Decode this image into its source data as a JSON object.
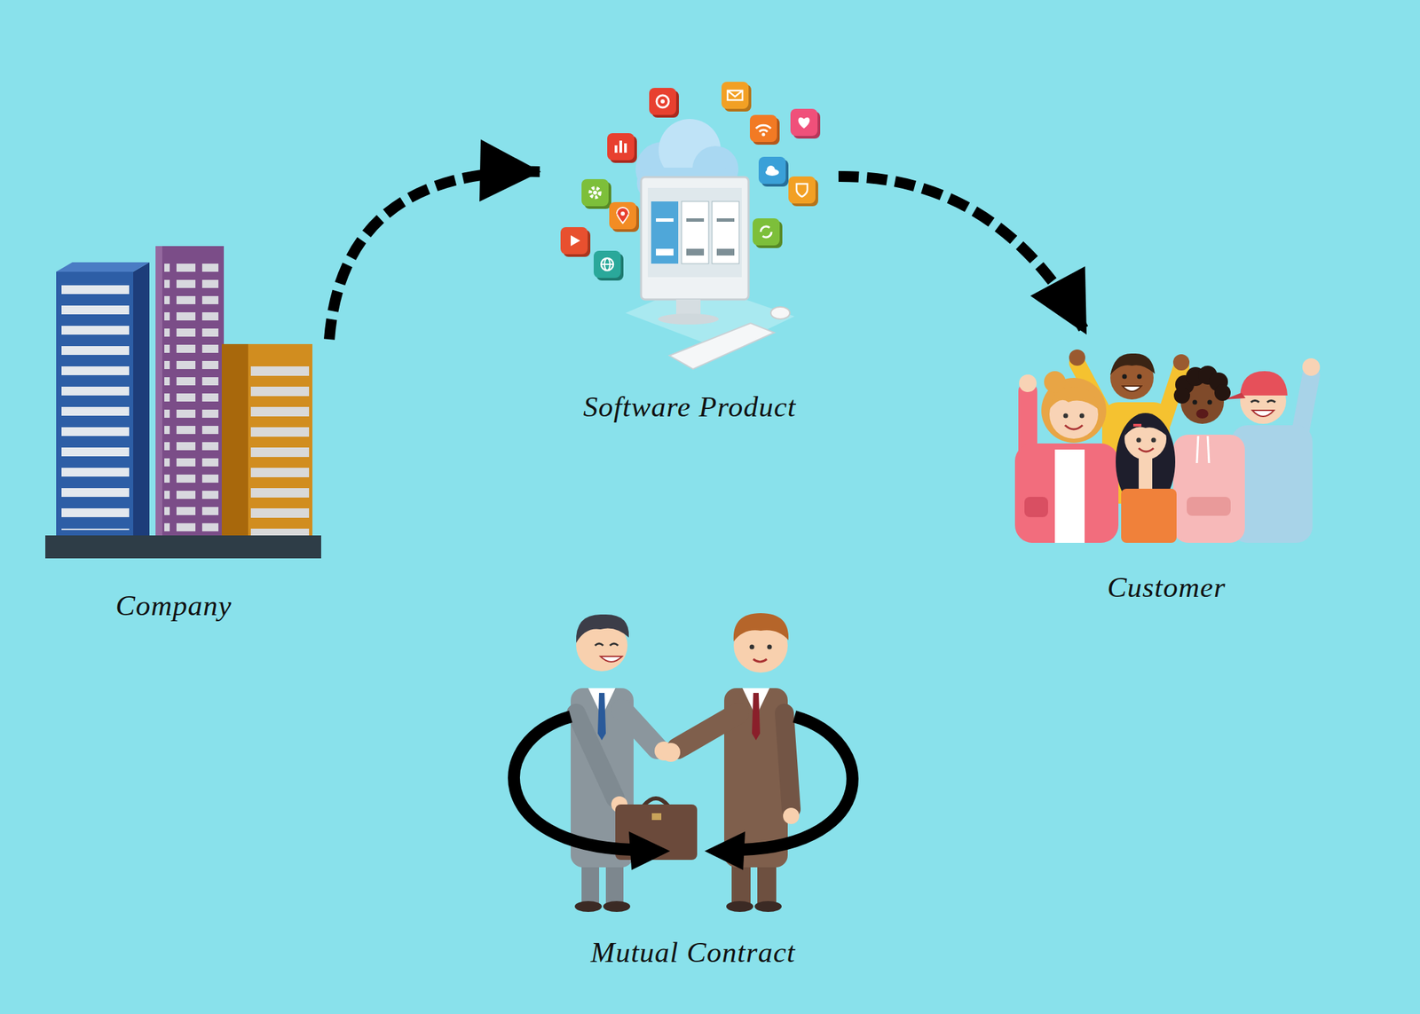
{
  "diagram": {
    "nodes": [
      {
        "text": [
          "Company"
        ]
      },
      {
        "text": [
          "Software Product"
        ]
      },
      {
        "text": [
          "Customer"
        ]
      },
      {
        "text": [
          "Mutual Contract"
        ]
      }
    ],
    "edges": [
      {
        "from": 0,
        "to": 1,
        "arrow": "to"
      },
      {
        "from": 1,
        "to": 2,
        "arrow": "to"
      }
    ]
  }
}
